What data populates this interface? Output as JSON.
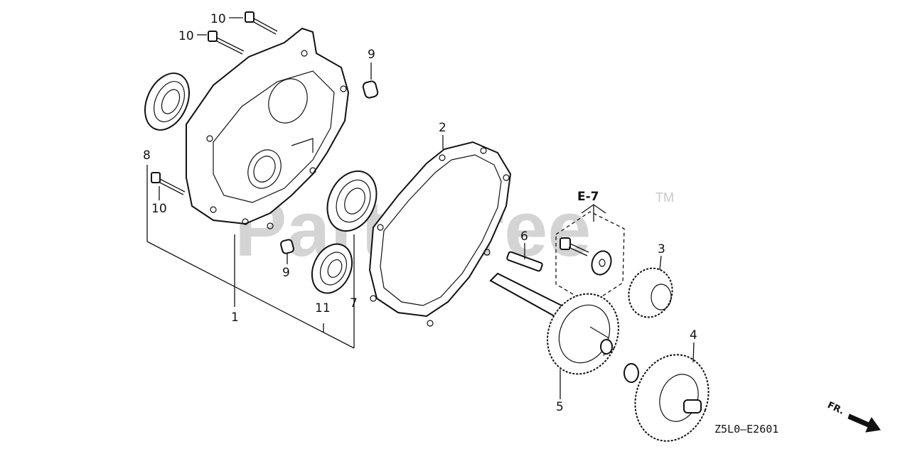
{
  "watermark": {
    "text": "PartsTree",
    "trademark": "TM"
  },
  "callouts": {
    "c1": "1",
    "c2": "2",
    "c3": "3",
    "c4": "4",
    "c5": "5",
    "c6": "6",
    "c7": "7",
    "c8": "8",
    "c9a": "9",
    "c9b": "9",
    "c10a": "10",
    "c10b": "10",
    "c10c": "10",
    "c11": "11"
  },
  "reference": {
    "label": "E-7"
  },
  "diagram_code": "Z5L0—E2601",
  "direction": {
    "label": "FR."
  }
}
